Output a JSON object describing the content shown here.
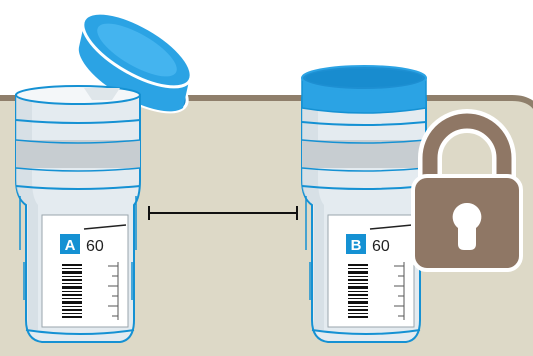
{
  "container_a": {
    "label": "A",
    "mark": "60",
    "lid_state": "open"
  },
  "container_b": {
    "label": "B",
    "mark": "60",
    "lid_state": "closed"
  },
  "connector": "distance-line",
  "lock": {
    "icon": "padlock-icon",
    "state": "locked"
  },
  "colors": {
    "background": "#ffffff",
    "panel": "#ddd9c7",
    "panel_border": "#8f7f6b",
    "accent_blue": "#1591d3",
    "lid_blue": "#2ba3e4",
    "cup_fill": "#e4ebf0",
    "band": "#c7cdd1",
    "lock": "#8f7765"
  }
}
